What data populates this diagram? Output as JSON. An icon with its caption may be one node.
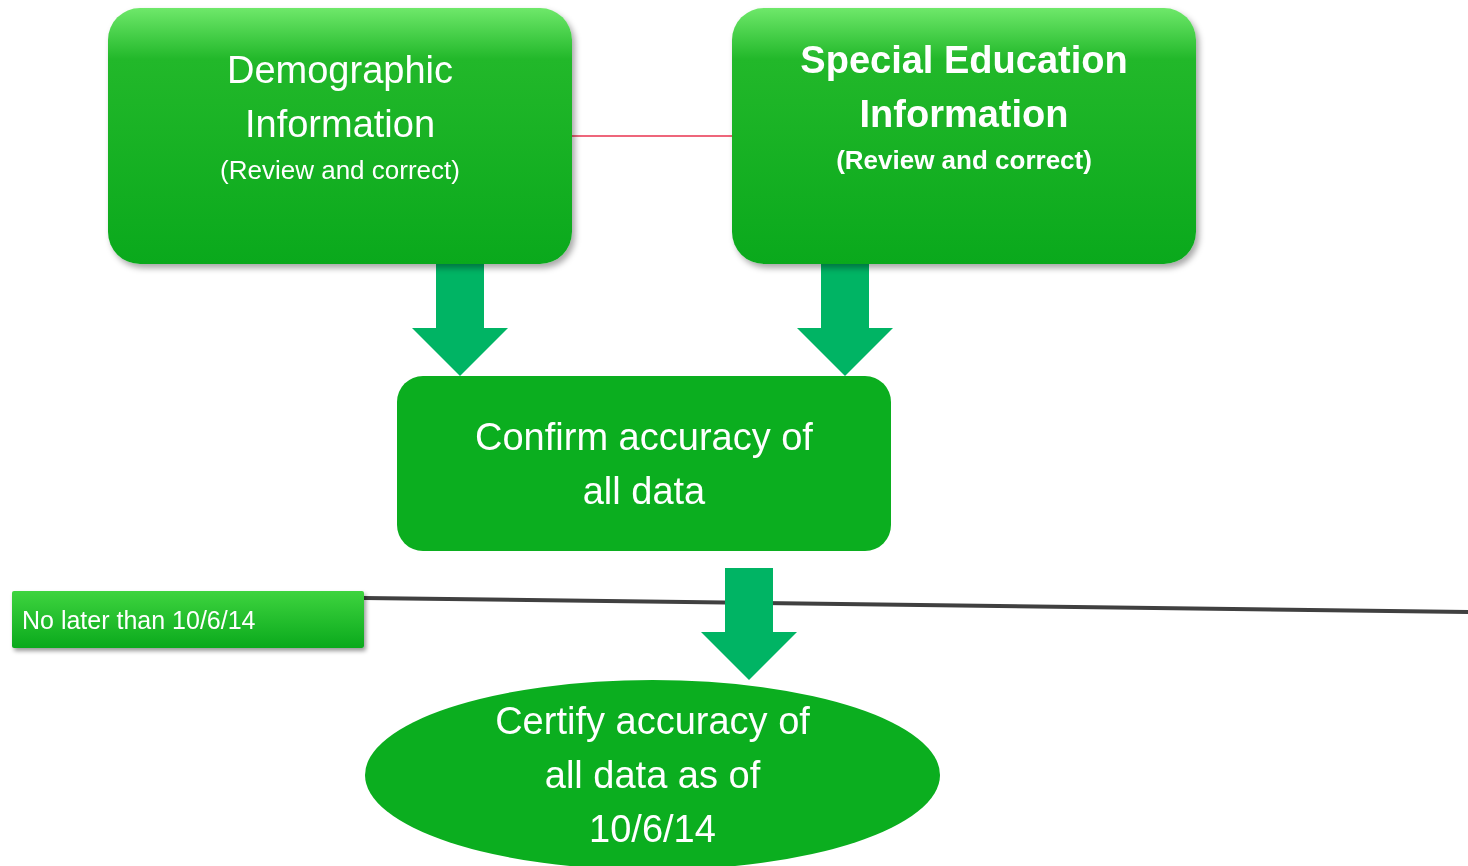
{
  "diagram": {
    "nodes": [
      {
        "text": [
          "Demographic Information",
          "(Review and correct)"
        ]
      },
      {
        "text": [
          "Special Education Information",
          "(Review and correct)"
        ]
      },
      {
        "text": [
          "Confirm accuracy of all data"
        ]
      },
      {
        "text": [
          "Certify accuracy of all data as of 10/6/14"
        ]
      },
      {
        "text": [
          "No later than 10/6/14"
        ]
      }
    ],
    "edges": [
      {
        "from": 0,
        "to": 1,
        "arrow": "none",
        "color": "#e8334f"
      },
      {
        "from": 0,
        "to": 2,
        "arrow": "to"
      },
      {
        "from": 1,
        "to": 2,
        "arrow": "to"
      },
      {
        "from": 2,
        "to": 3,
        "arrow": "to"
      },
      {
        "from": 4,
        "to": null,
        "arrow": "none",
        "color": "#404040"
      }
    ]
  }
}
